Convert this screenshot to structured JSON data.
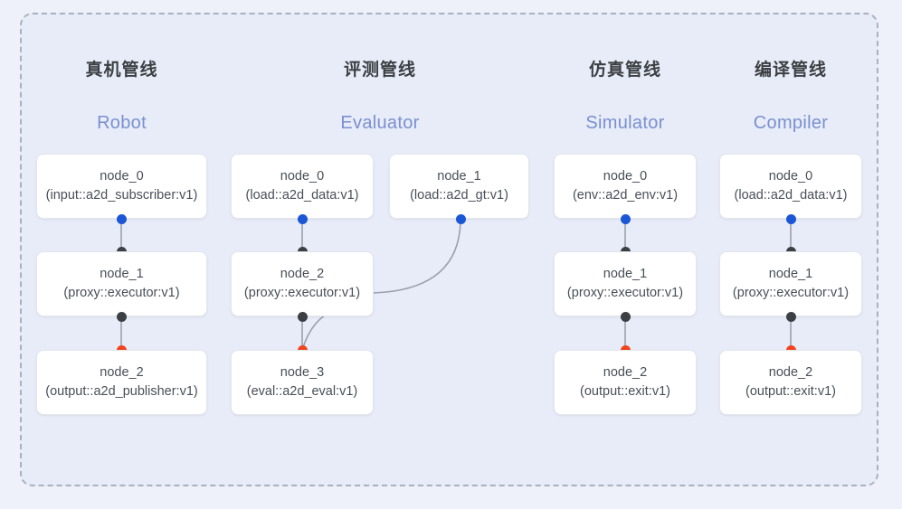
{
  "diagram": {
    "frame_style": "dashed-rounded",
    "background_color": "#eef1f9",
    "panel_color": "#e8ecf8",
    "border_color": "#a9b0c0",
    "colors": {
      "dot_blue": "#1a56d6",
      "dot_dark": "#3c4043",
      "dot_red": "#f1441d",
      "edge": "#9aa0ac",
      "subtitle": "#7a90cf",
      "title": "#3c4043"
    }
  },
  "columns": [
    {
      "id": "robot",
      "title": "真机管线",
      "subtitle": "Robot",
      "nodes": [
        {
          "name": "node_0",
          "kind": "(input::a2d_subscriber:v1)"
        },
        {
          "name": "node_1",
          "kind": "(proxy::executor:v1)"
        },
        {
          "name": "node_2",
          "kind": "(output::a2d_publisher:v1)"
        }
      ]
    },
    {
      "id": "evaluator",
      "title": "评测管线",
      "subtitle": "Evaluator",
      "nodes": [
        {
          "name": "node_0",
          "kind": "(load::a2d_data:v1)"
        },
        {
          "name": "node_1",
          "kind": "(load::a2d_gt:v1)"
        },
        {
          "name": "node_2",
          "kind": "(proxy::executor:v1)"
        },
        {
          "name": "node_3",
          "kind": "(eval::a2d_eval:v1)"
        }
      ]
    },
    {
      "id": "simulator",
      "title": "仿真管线",
      "subtitle": "Simulator",
      "nodes": [
        {
          "name": "node_0",
          "kind": "(env::a2d_env:v1)"
        },
        {
          "name": "node_1",
          "kind": "(proxy::executor:v1)"
        },
        {
          "name": "node_2",
          "kind": "(output::exit:v1)"
        }
      ]
    },
    {
      "id": "compiler",
      "title": "编译管线",
      "subtitle": "Compiler",
      "nodes": [
        {
          "name": "node_0",
          "kind": "(load::a2d_data:v1)"
        },
        {
          "name": "node_1",
          "kind": "(proxy::executor:v1)"
        },
        {
          "name": "node_2",
          "kind": "(output::exit:v1)"
        }
      ]
    }
  ]
}
